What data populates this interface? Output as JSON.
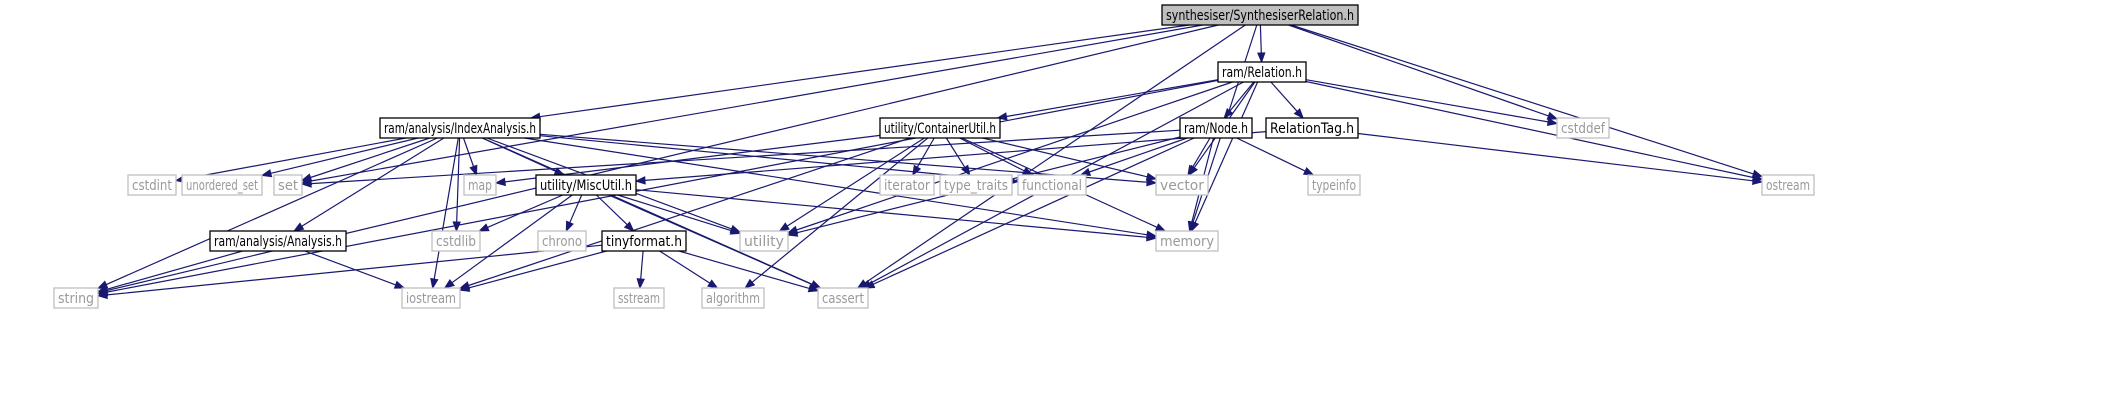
{
  "nodes": [
    {
      "id": "synth",
      "label": "synthesiser/SynthesiserRelation.h",
      "kind": "root"
    },
    {
      "id": "relation",
      "label": "ram/Relation.h",
      "kind": "local"
    },
    {
      "id": "indexanalysis",
      "label": "ram/analysis/IndexAnalysis.h",
      "kind": "local"
    },
    {
      "id": "containerutil",
      "label": "utility/ContainerUtil.h",
      "kind": "local"
    },
    {
      "id": "ramnode",
      "label": "ram/Node.h",
      "kind": "local"
    },
    {
      "id": "relationtag",
      "label": "RelationTag.h",
      "kind": "local"
    },
    {
      "id": "miscutil",
      "label": "utility/MiscUtil.h",
      "kind": "local"
    },
    {
      "id": "analysis",
      "label": "ram/analysis/Analysis.h",
      "kind": "local"
    },
    {
      "id": "tinyformat",
      "label": "tinyformat.h",
      "kind": "local"
    },
    {
      "id": "cstddef",
      "label": "cstddef",
      "kind": "system"
    },
    {
      "id": "ostream",
      "label": "ostream",
      "kind": "system"
    },
    {
      "id": "cstdint",
      "label": "cstdint",
      "kind": "system"
    },
    {
      "id": "unordered_set",
      "label": "unordered_set",
      "kind": "system"
    },
    {
      "id": "set",
      "label": "set",
      "kind": "system"
    },
    {
      "id": "map",
      "label": "map",
      "kind": "system"
    },
    {
      "id": "iterator",
      "label": "iterator",
      "kind": "system"
    },
    {
      "id": "type_traits",
      "label": "type_traits",
      "kind": "system"
    },
    {
      "id": "functional",
      "label": "functional",
      "kind": "system"
    },
    {
      "id": "vector",
      "label": "vector",
      "kind": "system"
    },
    {
      "id": "typeinfo",
      "label": "typeinfo",
      "kind": "system"
    },
    {
      "id": "cstdlib",
      "label": "cstdlib",
      "kind": "system"
    },
    {
      "id": "chrono",
      "label": "chrono",
      "kind": "system"
    },
    {
      "id": "utility",
      "label": "utility",
      "kind": "system"
    },
    {
      "id": "memory",
      "label": "memory",
      "kind": "system"
    },
    {
      "id": "string",
      "label": "string",
      "kind": "system"
    },
    {
      "id": "iostream",
      "label": "iostream",
      "kind": "system"
    },
    {
      "id": "sstream",
      "label": "sstream",
      "kind": "system"
    },
    {
      "id": "algorithm",
      "label": "algorithm",
      "kind": "system"
    },
    {
      "id": "cassert",
      "label": "cassert",
      "kind": "system"
    }
  ],
  "edges": [
    [
      "synth",
      "relation"
    ],
    [
      "synth",
      "indexanalysis"
    ],
    [
      "synth",
      "set"
    ],
    [
      "synth",
      "string"
    ],
    [
      "synth",
      "cstddef"
    ],
    [
      "synth",
      "ostream"
    ],
    [
      "synth",
      "memory"
    ],
    [
      "synth",
      "cassert"
    ],
    [
      "relation",
      "containerutil"
    ],
    [
      "relation",
      "ramnode"
    ],
    [
      "relation",
      "relationtag"
    ],
    [
      "relation",
      "cstddef"
    ],
    [
      "relation",
      "ostream"
    ],
    [
      "relation",
      "vector"
    ],
    [
      "relation",
      "utility"
    ],
    [
      "relation",
      "memory"
    ],
    [
      "relation",
      "string"
    ],
    [
      "relation",
      "cassert"
    ],
    [
      "indexanalysis",
      "cstdint"
    ],
    [
      "indexanalysis",
      "unordered_set"
    ],
    [
      "indexanalysis",
      "set"
    ],
    [
      "indexanalysis",
      "map"
    ],
    [
      "indexanalysis",
      "functional"
    ],
    [
      "indexanalysis",
      "vector"
    ],
    [
      "indexanalysis",
      "miscutil"
    ],
    [
      "indexanalysis",
      "analysis"
    ],
    [
      "indexanalysis",
      "cstdlib"
    ],
    [
      "indexanalysis",
      "iostream"
    ],
    [
      "indexanalysis",
      "utility"
    ],
    [
      "indexanalysis",
      "memory"
    ],
    [
      "indexanalysis",
      "string"
    ],
    [
      "indexanalysis",
      "cassert"
    ],
    [
      "containerutil",
      "map"
    ],
    [
      "containerutil",
      "iterator"
    ],
    [
      "containerutil",
      "type_traits"
    ],
    [
      "containerutil",
      "functional"
    ],
    [
      "containerutil",
      "vector"
    ],
    [
      "containerutil",
      "utility"
    ],
    [
      "containerutil",
      "memory"
    ],
    [
      "containerutil",
      "iostream"
    ],
    [
      "containerutil",
      "algorithm"
    ],
    [
      "ramnode",
      "set"
    ],
    [
      "ramnode",
      "functional"
    ],
    [
      "ramnode",
      "vector"
    ],
    [
      "ramnode",
      "typeinfo"
    ],
    [
      "ramnode",
      "utility"
    ],
    [
      "ramnode",
      "memory"
    ],
    [
      "ramnode",
      "cassert"
    ],
    [
      "relationtag",
      "miscutil"
    ],
    [
      "relationtag",
      "ostream"
    ],
    [
      "miscutil",
      "cstdlib"
    ],
    [
      "miscutil",
      "chrono"
    ],
    [
      "miscutil",
      "tinyformat"
    ],
    [
      "miscutil",
      "utility"
    ],
    [
      "miscutil",
      "memory"
    ],
    [
      "miscutil",
      "iostream"
    ],
    [
      "miscutil",
      "cassert"
    ],
    [
      "analysis",
      "string"
    ],
    [
      "analysis",
      "iostream"
    ],
    [
      "tinyformat",
      "string"
    ],
    [
      "tinyformat",
      "iostream"
    ],
    [
      "tinyformat",
      "sstream"
    ],
    [
      "tinyformat",
      "algorithm"
    ],
    [
      "tinyformat",
      "cassert"
    ]
  ]
}
